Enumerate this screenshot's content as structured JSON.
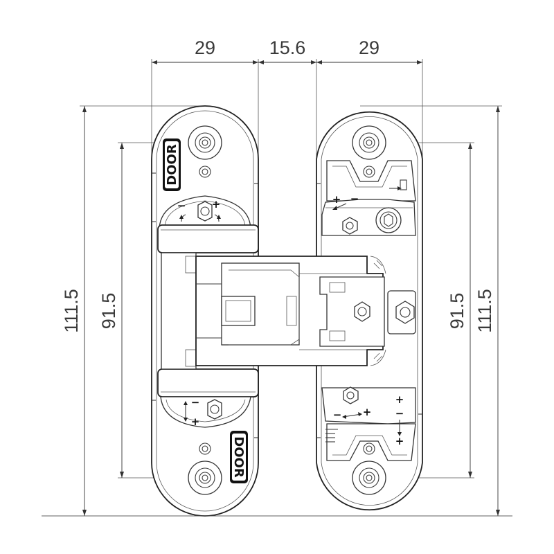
{
  "dimensions": {
    "top_left": "29",
    "top_center": "15.6",
    "top_right": "29",
    "left_outer": "111.5",
    "left_inner": "91.5",
    "right_inner": "91.5",
    "right_outer": "111.5"
  },
  "labels": {
    "door_upper_left": "DOOR",
    "door_lower_right": "DOOR"
  },
  "symbols": {
    "plus": "+",
    "minus": "−"
  }
}
